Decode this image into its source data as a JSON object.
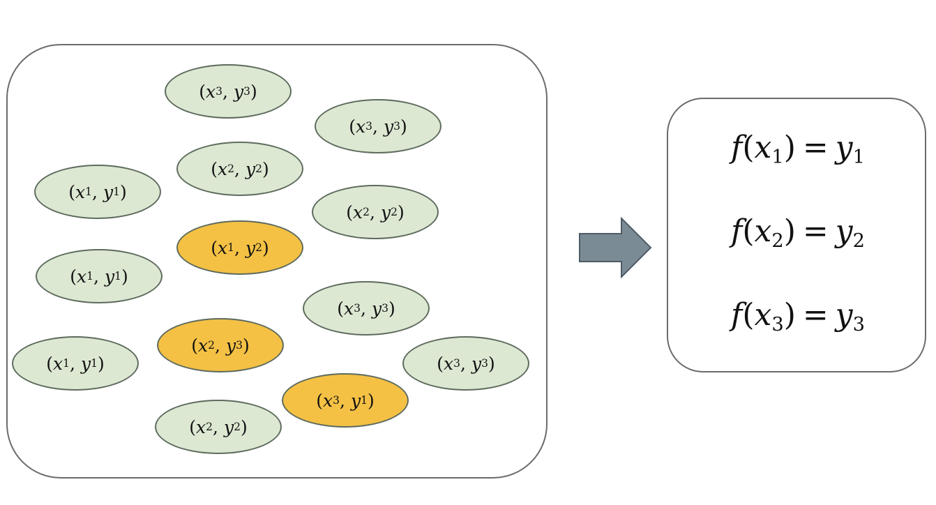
{
  "colors": {
    "normal_fill": "#dde8d3",
    "outlier_fill": "#f4c145",
    "arrow_fill": "#7b8b96",
    "arrow_stroke": "#4f5b63",
    "border": "#6b6b6b"
  },
  "pairs": [
    {
      "x": "x",
      "xi": "3",
      "y": "y",
      "yi": "3",
      "kind": "normal"
    },
    {
      "x": "x",
      "xi": "3",
      "y": "y",
      "yi": "3",
      "kind": "normal"
    },
    {
      "x": "x",
      "xi": "2",
      "y": "y",
      "yi": "2",
      "kind": "normal"
    },
    {
      "x": "x",
      "xi": "1",
      "y": "y",
      "yi": "1",
      "kind": "normal"
    },
    {
      "x": "x",
      "xi": "2",
      "y": "y",
      "yi": "2",
      "kind": "normal"
    },
    {
      "x": "x",
      "xi": "1",
      "y": "y",
      "yi": "2",
      "kind": "outlier"
    },
    {
      "x": "x",
      "xi": "1",
      "y": "y",
      "yi": "1",
      "kind": "normal"
    },
    {
      "x": "x",
      "xi": "3",
      "y": "y",
      "yi": "3",
      "kind": "normal"
    },
    {
      "x": "x",
      "xi": "2",
      "y": "y",
      "yi": "3",
      "kind": "outlier"
    },
    {
      "x": "x",
      "xi": "1",
      "y": "y",
      "yi": "1",
      "kind": "normal"
    },
    {
      "x": "x",
      "xi": "3",
      "y": "y",
      "yi": "3",
      "kind": "normal"
    },
    {
      "x": "x",
      "xi": "3",
      "y": "y",
      "yi": "1",
      "kind": "outlier"
    },
    {
      "x": "x",
      "xi": "2",
      "y": "y",
      "yi": "2",
      "kind": "normal"
    }
  ],
  "functions": [
    {
      "f": "f",
      "x": "x",
      "xi": "1",
      "y": "y",
      "yi": "1"
    },
    {
      "f": "f",
      "x": "x",
      "xi": "2",
      "y": "y",
      "yi": "2"
    },
    {
      "f": "f",
      "x": "x",
      "xi": "3",
      "y": "y",
      "yi": "3"
    }
  ],
  "symbols": {
    "open": "(",
    "close": ")",
    "comma": ",",
    "equals": "="
  }
}
